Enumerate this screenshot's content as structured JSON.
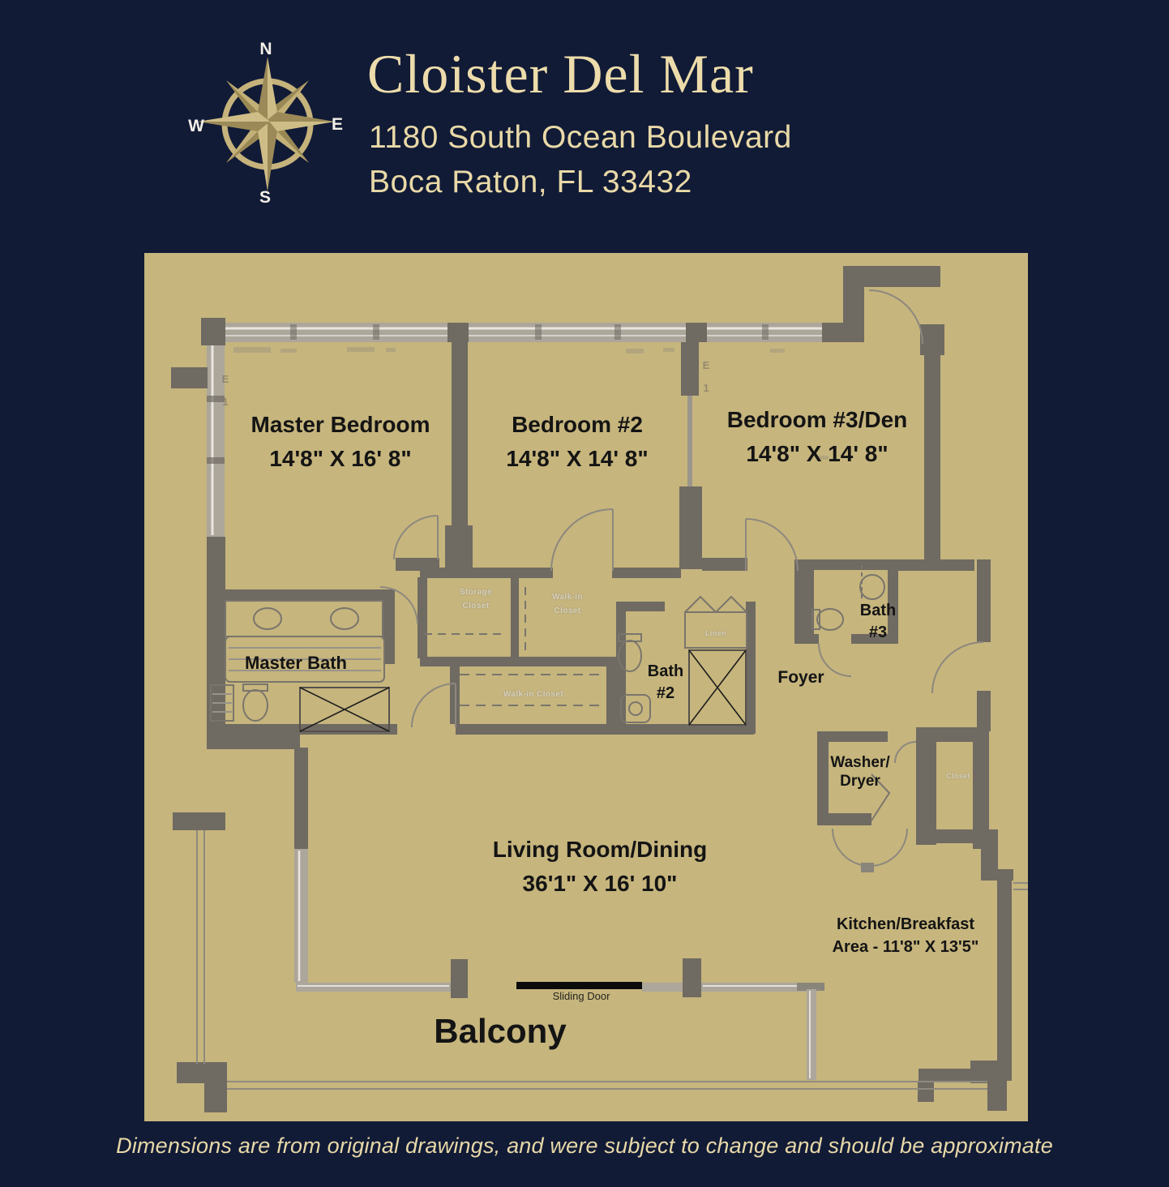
{
  "colors": {
    "background": "#111b36",
    "plan_background": "#c6b57d",
    "wall_gray": "#6f6a62",
    "compass_gold": "#c9b77e",
    "heading_cream": "#eddcab",
    "room_label_black": "#141414"
  },
  "header": {
    "title": "Cloister Del Mar",
    "address_line1": "1180 South Ocean Boulevard",
    "address_line2": "Boca Raton, FL 33432"
  },
  "compass": {
    "north": "N",
    "east": "E",
    "south": "S",
    "west": "W"
  },
  "rooms": {
    "master_bedroom": {
      "name": "Master Bedroom",
      "dims": "14'8\" X 16' 8\""
    },
    "bedroom_2": {
      "name": "Bedroom #2",
      "dims": "14'8\" X 14' 8\""
    },
    "bedroom_3": {
      "name": "Bedroom #3/Den",
      "dims": "14'8\" X 14' 8\""
    },
    "master_bath": {
      "name": "Master Bath"
    },
    "bath_2": {
      "line1": "Bath",
      "line2": "#2"
    },
    "bath_3": {
      "line1": "Bath",
      "line2": "#3"
    },
    "foyer": {
      "name": "Foyer"
    },
    "washer_dryer": {
      "line1": "Washer/",
      "line2": "Dryer"
    },
    "living_dining": {
      "name": "Living Room/Dining",
      "dims": "36'1\" X 16' 10\""
    },
    "kitchen": {
      "line1": "Kitchen/Breakfast",
      "line2": "Area - 11'8\" X 13'5\""
    },
    "balcony": {
      "name": "Balcony"
    },
    "sliding_door": {
      "name": "Sliding Door"
    }
  },
  "plan_annotations": {
    "storage_closet": {
      "line1": "Storage",
      "line2": "Closet"
    },
    "walkin_closet_small": {
      "line1": "Walk-in",
      "line2": "Closet"
    },
    "walkin_closet_long": {
      "name": "Walk-in Closet"
    },
    "linen": {
      "name": "Linen"
    },
    "closet_right": {
      "name": "Closet"
    },
    "blueprint_mark": {
      "line1": "E",
      "line2": "1"
    }
  },
  "footer": {
    "disclaimer": "Dimensions are from original drawings, and were subject to change and should be approximate"
  }
}
